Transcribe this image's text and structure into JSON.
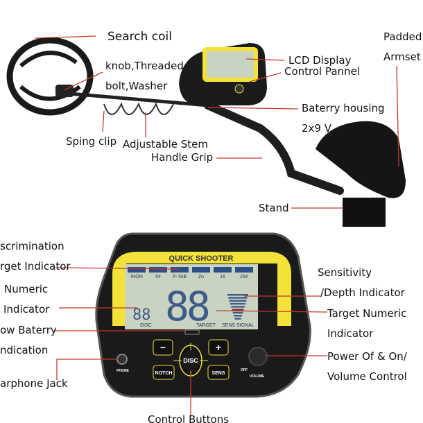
{
  "labels": {
    "search_coil": "Search coil",
    "knob_line1": "knob,Threaded",
    "knob_line2": "bolt,Washer",
    "lcd_display": "LCD Display",
    "control_panel": "Control Pannel",
    "padded_line1": "Padded",
    "padded_line2": "Armset",
    "battery_housing": "Baterry housing",
    "battery_spec": "2x9 V",
    "spring_clip": "Sping clip",
    "adjustable_stem": "Adjustable Stem",
    "handle_grip": "Handle Grip",
    "stand": "Stand",
    "discrimination_line1": "scrimination",
    "discrimination_line2": "rget Indicator",
    "numeric_line1": "Numeric",
    "numeric_line2": "Indicator",
    "battery_line1": "ow Baterry",
    "battery_line2": "ndication",
    "earphone": "arphone Jack",
    "sensitivity_line1": "Sensitivity",
    "sensitivity_line2": "/Depth Indicator",
    "target_line1": "Target Numeric",
    "target_line2": "Indicator",
    "power_line1": "Power Of & On/",
    "power_line2": "Volume Control",
    "control_buttons": "Control Buttons"
  },
  "device": {
    "brand": "QUICK SHOOTER",
    "categories": [
      "IRON",
      "5¢",
      "P-TAB",
      "Zn",
      "1¢",
      "25¢"
    ],
    "disc_digits": "88",
    "disc_label": "DISC",
    "target_digits": "88",
    "target_label": "TARGET",
    "sens_label": "SENS SIGNAL",
    "buttons": {
      "minus": "−",
      "plus": "+",
      "disc": "DISC",
      "notch": "NOTCH",
      "sens": "SENS"
    },
    "phone_label": "PHONE",
    "off_label": "OFF",
    "volume_label": "VOLUME"
  },
  "colors": {
    "accent_line": "#c0392b",
    "frame_yellow": "#f2e23a",
    "lcd": "#c9d3c2"
  }
}
